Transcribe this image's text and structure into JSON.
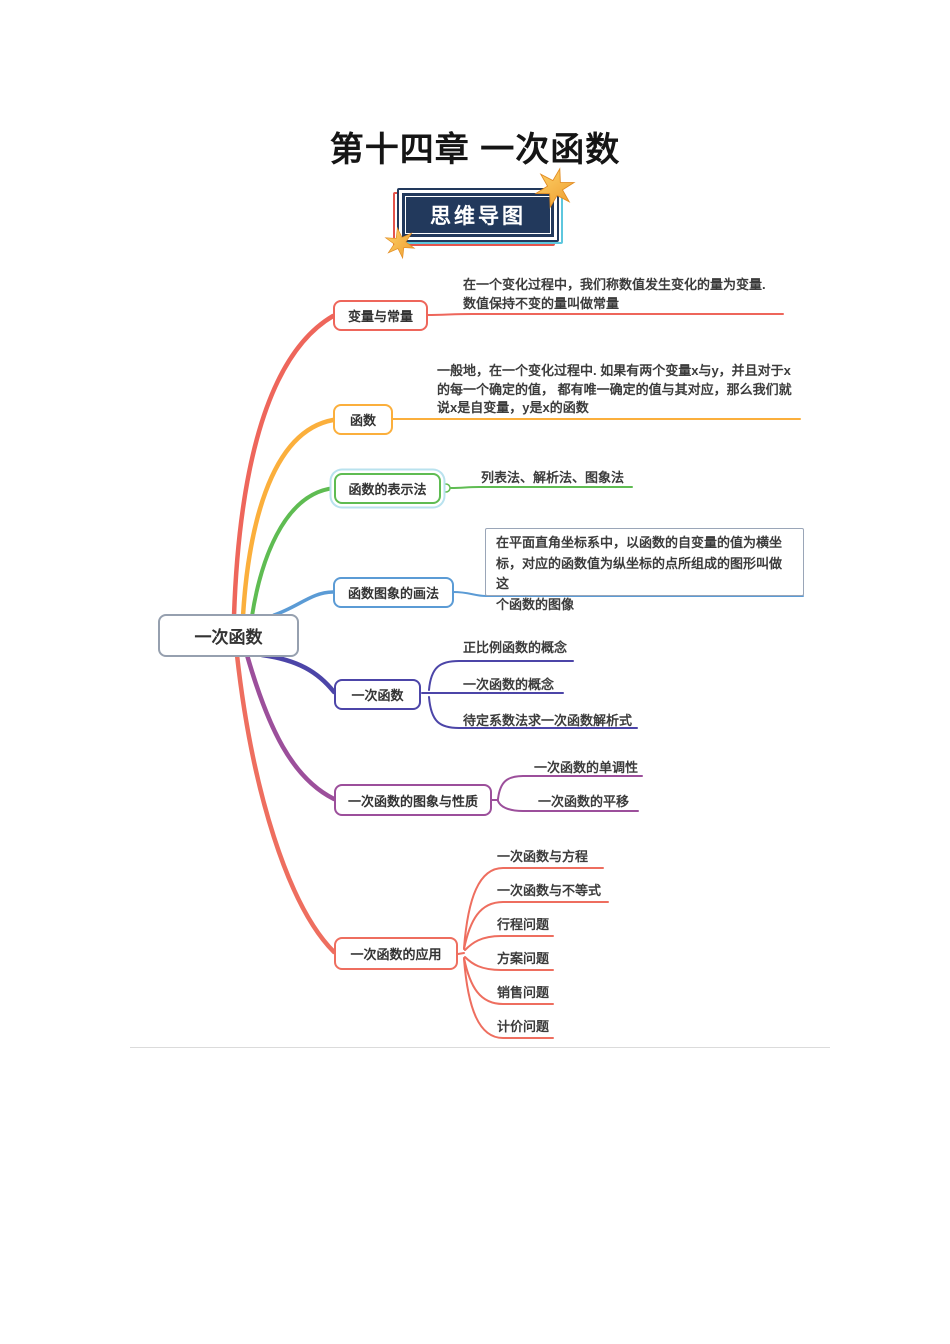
{
  "doc": {
    "title": "第十四章 一次函数",
    "badge_label": "思维导图"
  },
  "colors": {
    "badge_navy": "#22395c",
    "badge_accent_red": "#e4544c",
    "badge_accent_cyan": "#5ec7de",
    "star_gold": "#f6b03c",
    "root_border": "#96a0af",
    "note_box_border": "#9aa6b8",
    "footer_line": "#dbdbdb"
  },
  "mindmap": {
    "root_label": "一次函数",
    "branches": [
      {
        "label": "变量与常量",
        "color": "#ee665b",
        "note": "在一个变化过程中，我们称数值发生变化的量为变量.\n数值保持不变的量叫做常量"
      },
      {
        "label": "函数",
        "color": "#fbaf3c",
        "note": "一般地，在一个变化过程中. 如果有两个变量x与y，并且对于x\n的每一个确定的值， 都有唯一确定的值与其对应，那么我们就\n说x是自变量，y是x的函数"
      },
      {
        "label": "函数的表示法",
        "color": "#5fbc52",
        "note": "列表法、解析法、图象法"
      },
      {
        "label": "函数图象的画法",
        "color": "#5b9bd5",
        "boxed_note": "在平面直角坐标系中，以函数的自变量的值为横坐\n标，对应的函数值为纵坐标的点所组成的图形叫做这\n个函数的图像"
      },
      {
        "label": "一次函数",
        "color": "#4c45a8",
        "children": [
          "正比例函数的概念",
          "一次函数的概念",
          "待定系数法求一次函数解析式"
        ]
      },
      {
        "label": "一次函数的图象与性质",
        "color": "#9c4f9b",
        "children": [
          "一次函数的单调性",
          "一次函数的平移"
        ]
      },
      {
        "label": "一次函数的应用",
        "color": "#ee6e5f",
        "children": [
          "一次函数与方程",
          "一次函数与不等式",
          "行程问题",
          "方案问题",
          "销售问题",
          "计价问题"
        ]
      }
    ]
  }
}
